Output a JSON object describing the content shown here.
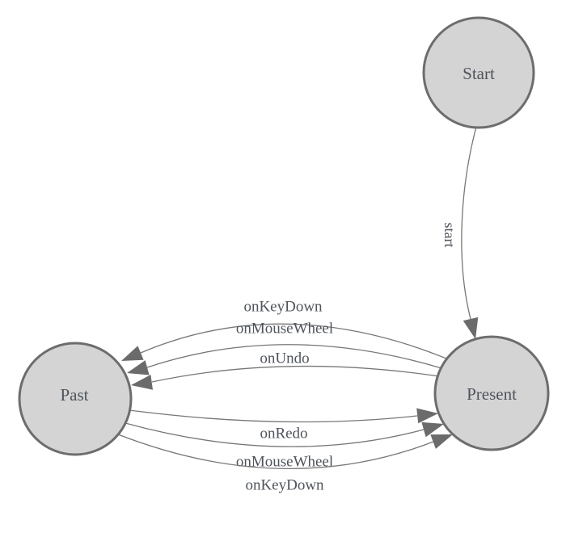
{
  "diagram": {
    "type": "state-machine",
    "nodes": [
      {
        "id": "start",
        "label": "Start"
      },
      {
        "id": "present",
        "label": "Present"
      },
      {
        "id": "past",
        "label": "Past"
      }
    ],
    "edges": [
      {
        "from": "start",
        "to": "present",
        "label": "start"
      },
      {
        "from": "present",
        "to": "past",
        "label": "onKeyDown"
      },
      {
        "from": "present",
        "to": "past",
        "label": "onMouseWheel"
      },
      {
        "from": "present",
        "to": "past",
        "label": "onUndo"
      },
      {
        "from": "past",
        "to": "present",
        "label": "onRedo"
      },
      {
        "from": "past",
        "to": "present",
        "label": "onMouseWheel"
      },
      {
        "from": "past",
        "to": "present",
        "label": "onKeyDown"
      }
    ],
    "colors": {
      "background": "#ffffff",
      "node_fill": "#d4d4d4",
      "node_stroke": "#6d6d6d",
      "edge_stroke": "#777777",
      "arrow_fill": "#6b6b6b",
      "text": "#4f545c"
    }
  }
}
